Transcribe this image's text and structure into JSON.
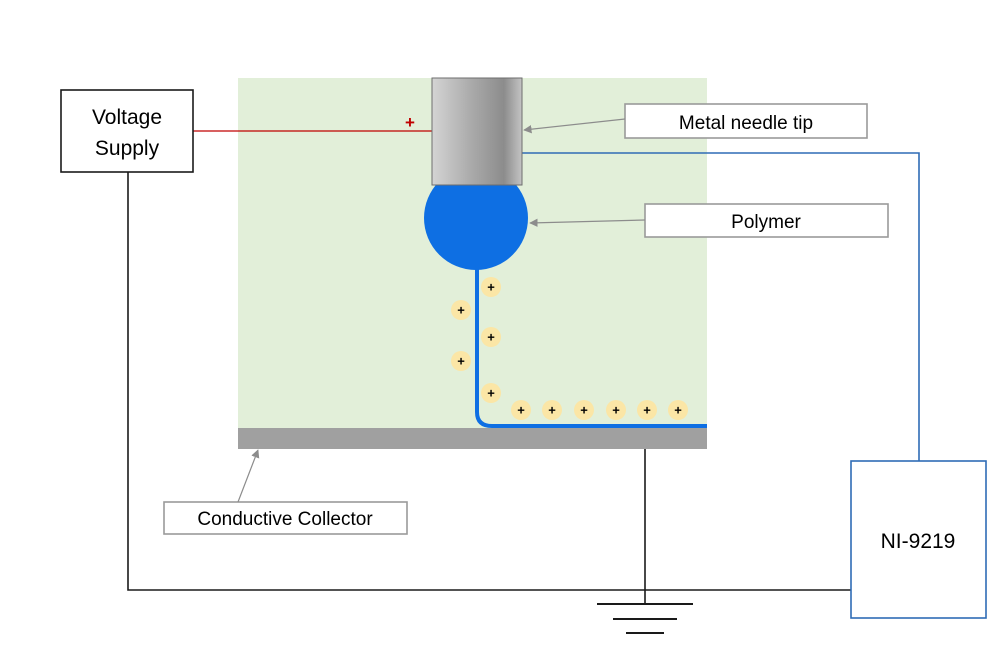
{
  "labels": {
    "voltage_supply_line1": "Voltage",
    "voltage_supply_line2": "Supply",
    "metal_needle_tip": "Metal needle tip",
    "polymer": "Polymer",
    "conductive_collector": "Conductive Collector",
    "daq_module": "NI-9219",
    "positive_terminal": "+"
  },
  "charge_symbol": "+",
  "charge_count": 12,
  "colors": {
    "chamber_background": "#e2efd9",
    "polymer_blue": "#0e6fe3",
    "charge_fill": "#fbe6a6",
    "collector_gray": "#a0a0a0",
    "daq_wire": "#2f6cb5",
    "supply_wire": "#c00000",
    "ground_wire": "#1a1a1a",
    "callout_border": "#9a9a9a"
  }
}
